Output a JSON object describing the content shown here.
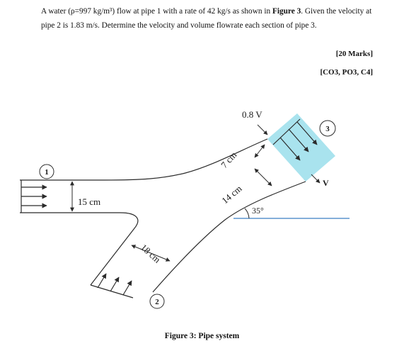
{
  "question": {
    "p1": "A water (ρ=997 kg/m³) flow at pipe 1 with a rate of 42 kg/s as shown in ",
    "p2": "Figure 3",
    "p3": ". Given the velocity at pipe 2 is 1.83 m/s. Determine the velocity and volume flowrate each section of pipe 3."
  },
  "marks": {
    "line1": "[20 Marks]",
    "line2": "[CO3, PO3, C4]"
  },
  "figure": {
    "label_1": "1",
    "label_2": "2",
    "label_3": "3",
    "dim_15cm": "15 cm",
    "dim_18cm": "18 cm",
    "dim_7cm": "7 cm",
    "dim_14cm": "14 cm",
    "angle": "35°",
    "velocity_08v": "0.8 V",
    "velocity_v": "V"
  },
  "caption": "Figure 3: Pipe system",
  "colors": {
    "outlet_fill": "#a9e3ee",
    "stroke": "#2b2b2b",
    "reference_line": "#3a7fc4"
  }
}
